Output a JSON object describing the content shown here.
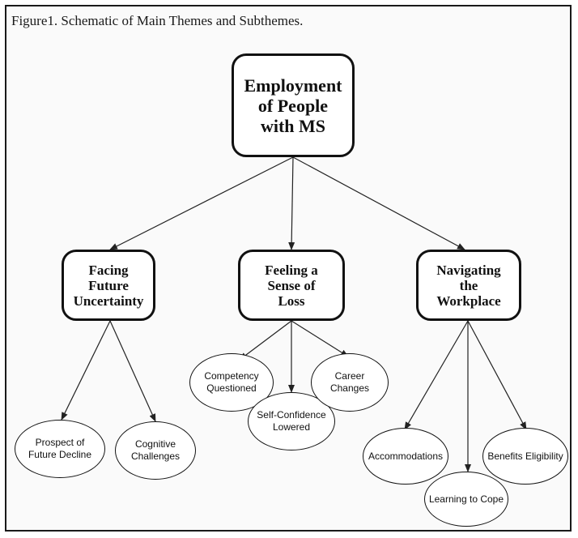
{
  "caption": "Figure1. Schematic of Main Themes and Subthemes.",
  "root": {
    "label": "Employment\nof People\nwith MS"
  },
  "themes": [
    {
      "label": "Facing\nFuture\nUncertainty",
      "subthemes": [
        {
          "label": "Prospect of\nFuture Decline"
        },
        {
          "label": "Cognitive\nChallenges"
        }
      ]
    },
    {
      "label": "Feeling a\nSense of\nLoss",
      "subthemes": [
        {
          "label": "Competency\nQuestioned"
        },
        {
          "label": "Self-Confidence\nLowered"
        },
        {
          "label": "Career\nChanges"
        }
      ]
    },
    {
      "label": "Navigating\nthe\nWorkplace",
      "subthemes": [
        {
          "label": "Accommodations"
        },
        {
          "label": "Learning to Cope"
        },
        {
          "label": "Benefits Eligibility"
        }
      ]
    }
  ]
}
